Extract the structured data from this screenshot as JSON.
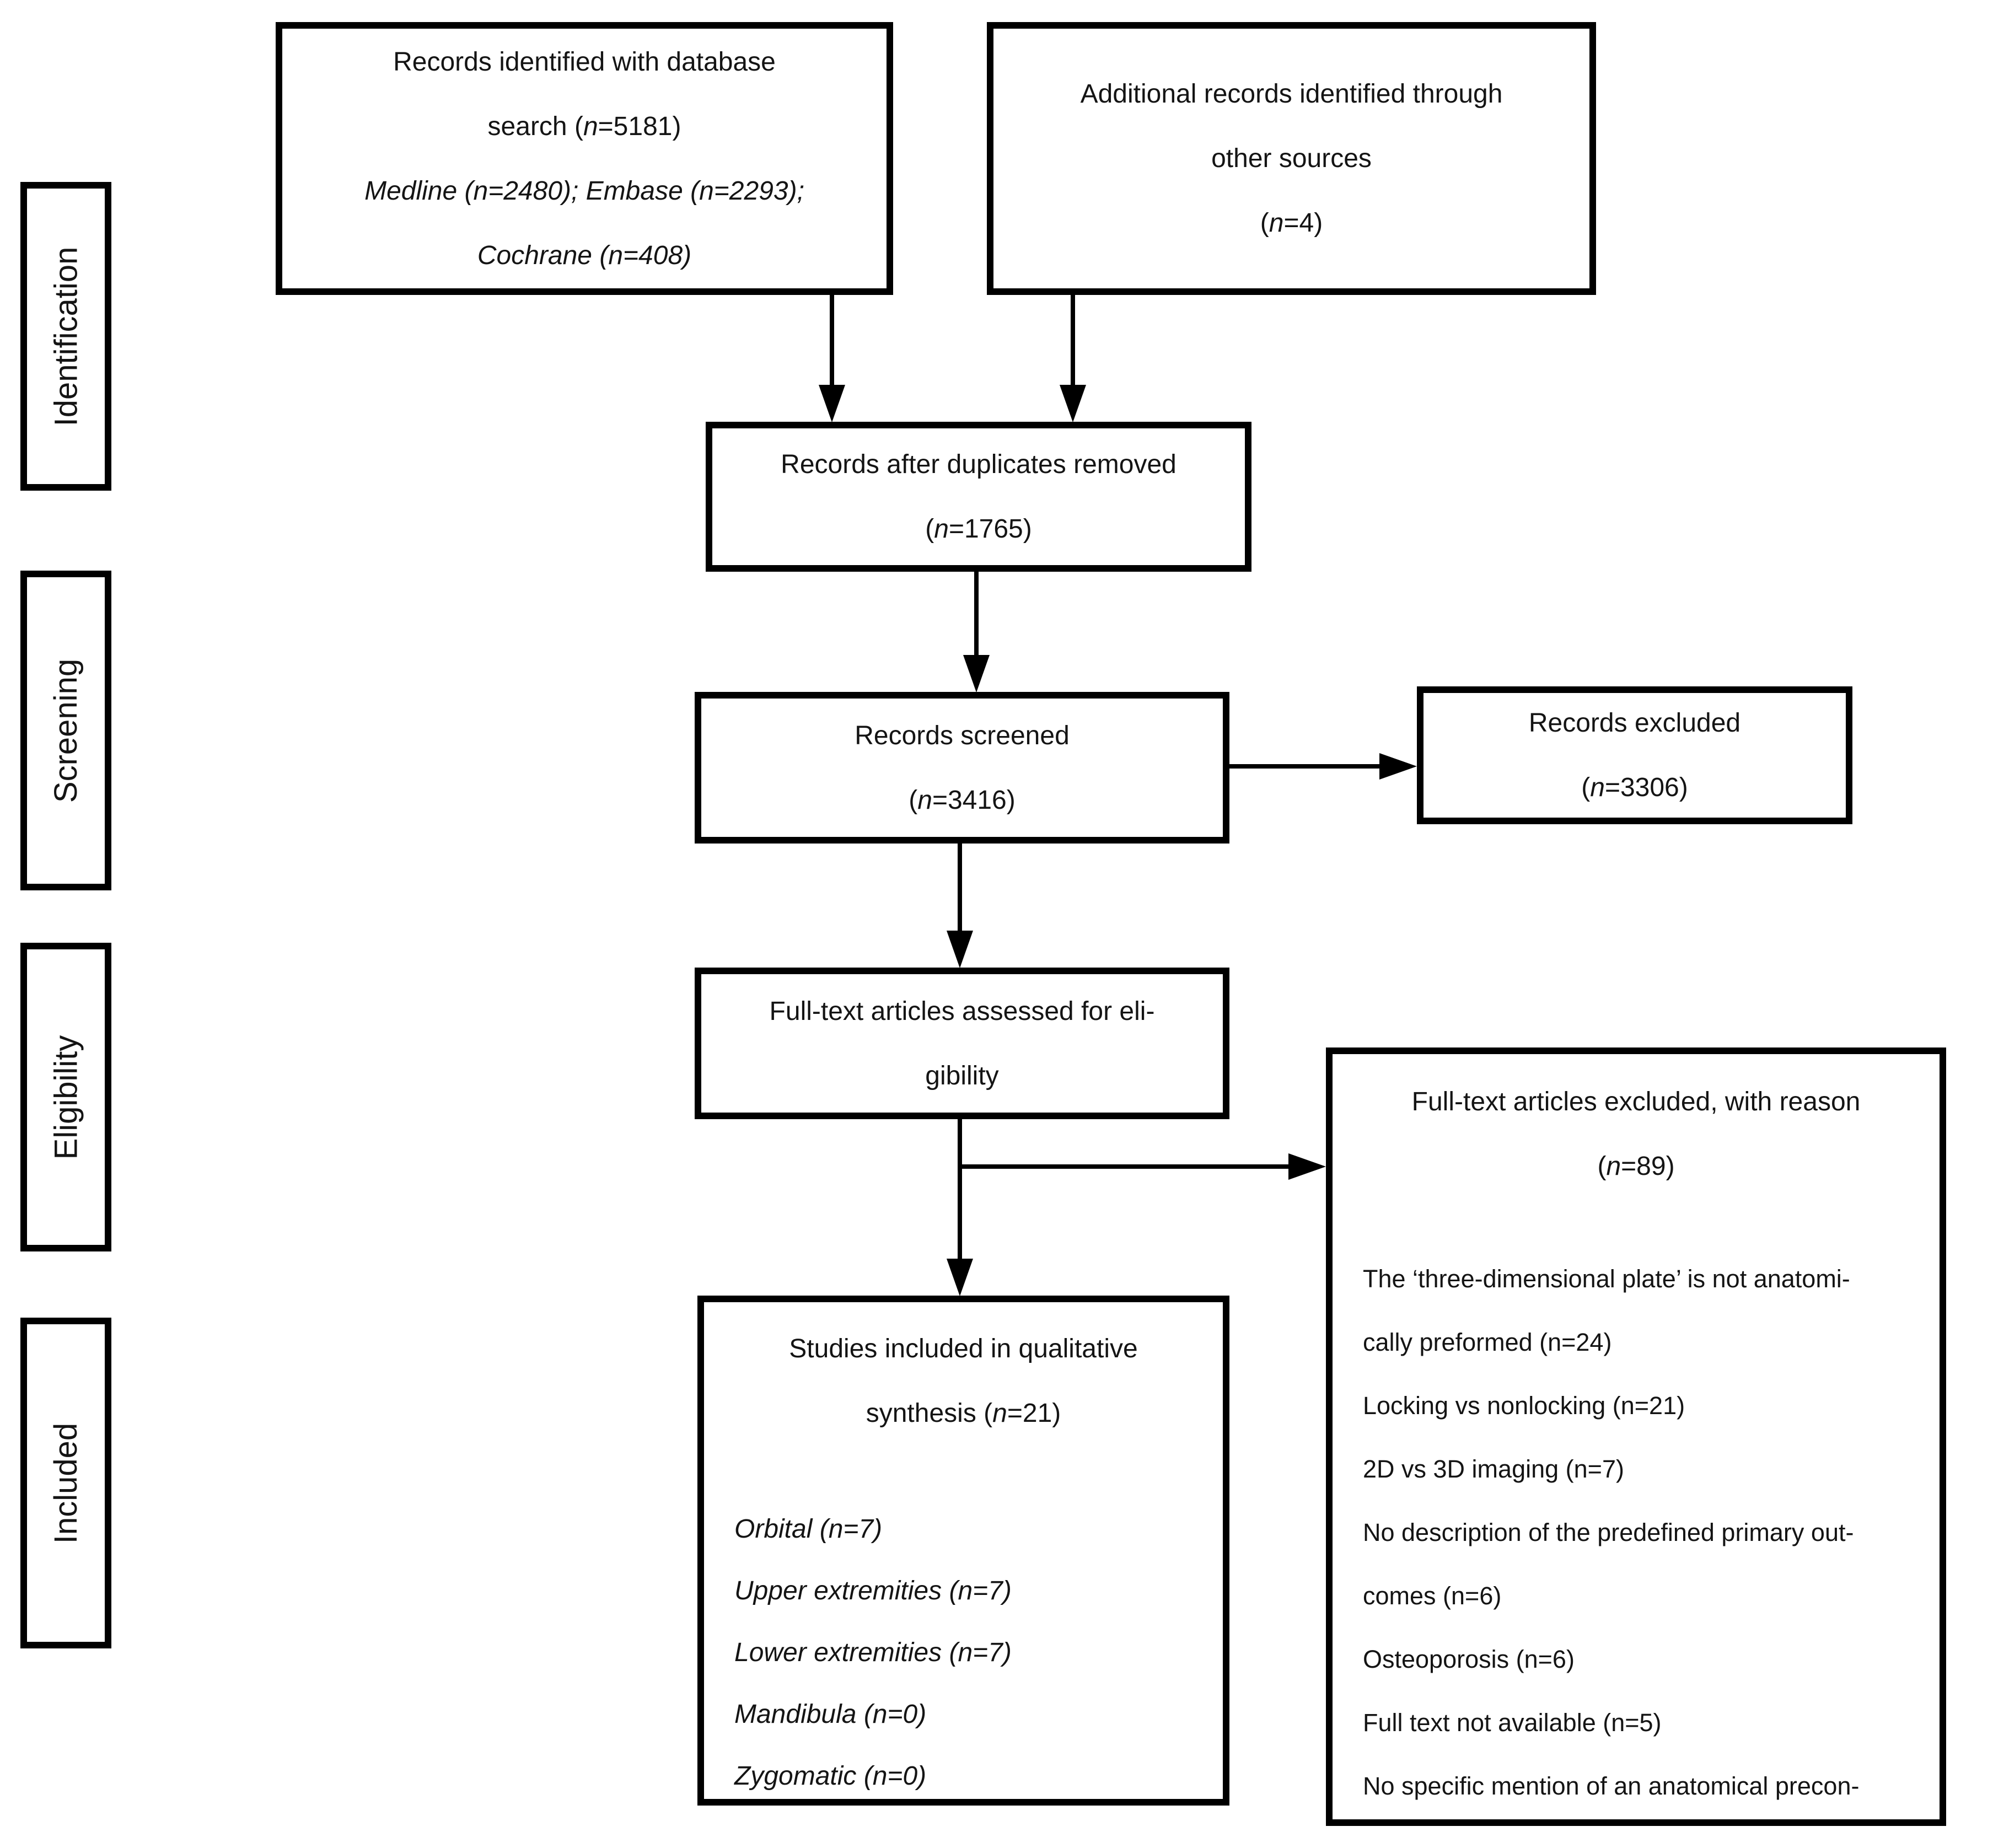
{
  "stages": [
    {
      "label": "Identification"
    },
    {
      "label": "Screening"
    },
    {
      "label": "Eligibility"
    },
    {
      "label": "Included"
    }
  ],
  "boxes": {
    "db_search": {
      "line1": "Records identified with database",
      "line2": "search (n=5181)",
      "line3": "Medline (n=2480); Embase (n=2293);",
      "line4": "Cochrane (n=408)"
    },
    "other_sources": {
      "line1": "Additional records identified through",
      "line2": "other sources",
      "line3": "(n=4)"
    },
    "duplicates_removed": {
      "line1": "Records after duplicates removed",
      "line2": "(n=1765)"
    },
    "records_screened": {
      "line1": "Records screened",
      "line2": "(n=3416)"
    },
    "records_excluded": {
      "line1": "Records excluded",
      "line2": "(n=3306)"
    },
    "fulltext_assessed": {
      "line1": "Full-text articles assessed for eli-",
      "line2": "gibility"
    },
    "fulltext_excluded": {
      "title1": "Full-text articles excluded, with reason",
      "title2": "(n=89)",
      "reasons": [
        "The ‘three-dimensional plate’ is not anatomi-",
        "cally preformed (n=24)",
        "Locking vs nonlocking (n=21)",
        "2D vs 3D imaging (n=7)",
        "No description of the predefined primary out-",
        "comes (n=6)",
        "Osteoporosis (n=6)",
        "Full text not available (n=5)",
        "No specific mention of an anatomical precon-"
      ]
    },
    "included_synthesis": {
      "title1": "Studies included in qualitative",
      "title2": "synthesis (n=21)",
      "subgroups": [
        "Orbital (n=7)",
        "Upper extremities (n=7)",
        "Lower extremities (n=7)",
        "Mandibula (n=0)",
        "Zygomatic (n=0)"
      ]
    }
  },
  "colors": {
    "line": "#000000",
    "box_border": "#000000",
    "background": "#ffffff",
    "text": "#141414"
  }
}
